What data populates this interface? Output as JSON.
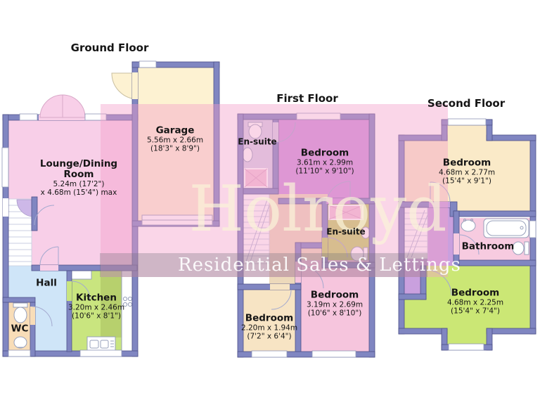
{
  "watermark": {
    "brand": "Holroyd",
    "tagline": "Residential Sales & Lettings"
  },
  "colors": {
    "wall": "#8086c1",
    "lounge": "#f8cfe8",
    "garage": "#fdf2d2",
    "hall": "#cfe5f8",
    "kitchen": "#c9e57f",
    "wc": "#f8ddb8",
    "ensuite_first": "#d7d3e9",
    "bedroom_master": "#cf93dd",
    "ensuite_green": "#c3d466",
    "landing_first": "#edd9bb",
    "bedroom_small": "#f7e4c4",
    "bedroom_pink": "#f6c5dd",
    "bedroom_top_second": "#faeac8",
    "landing_second": "#c9a0de",
    "bathroom": "#f7cbe0",
    "bedroom_green": "#cbe775",
    "watermark_pink": "rgba(243,158,200,0.42)",
    "watermark_grey": "rgba(108,110,120,0.30)"
  },
  "floors": [
    {
      "title": "Ground Floor",
      "rooms": [
        {
          "name": "Lounge/Dining Room",
          "name_line1": "Lounge/Dining",
          "name_line2": "Room",
          "dim_metric": "5.24m (17'2\")",
          "dim_imperial": "x 4.68m (15'4\") max"
        },
        {
          "name": "Garage",
          "dim_metric": "5.56m x 2.66m",
          "dim_imperial": "(18'3\" x 8'9\")"
        },
        {
          "name": "Hall"
        },
        {
          "name": "Kitchen",
          "dim_metric": "3.20m x 2.46m",
          "dim_imperial": "(10'6\" x 8'1\")"
        },
        {
          "name": "WC"
        }
      ]
    },
    {
      "title": "First Floor",
      "rooms": [
        {
          "name": "En-suite"
        },
        {
          "name": "Bedroom",
          "dim_metric": "3.61m x 2.99m",
          "dim_imperial": "(11'10\" x 9'10\")"
        },
        {
          "name": "En-suite"
        },
        {
          "name": "Bedroom",
          "dim_metric": "2.20m x 1.94m",
          "dim_imperial": "(7'2\" x 6'4\")"
        },
        {
          "name": "Bedroom",
          "dim_metric": "3.19m x 2.69m",
          "dim_imperial": "(10'6\" x 8'10\")"
        }
      ]
    },
    {
      "title": "Second Floor",
      "rooms": [
        {
          "name": "Bedroom",
          "dim_metric": "4.68m x 2.77m",
          "dim_imperial": "(15'4\" x 9'1\")"
        },
        {
          "name": "Bathroom"
        },
        {
          "name": "Bedroom",
          "dim_metric": "4.68m x 2.25m",
          "dim_imperial": "(15'4\" x 7'4\")"
        }
      ]
    }
  ]
}
